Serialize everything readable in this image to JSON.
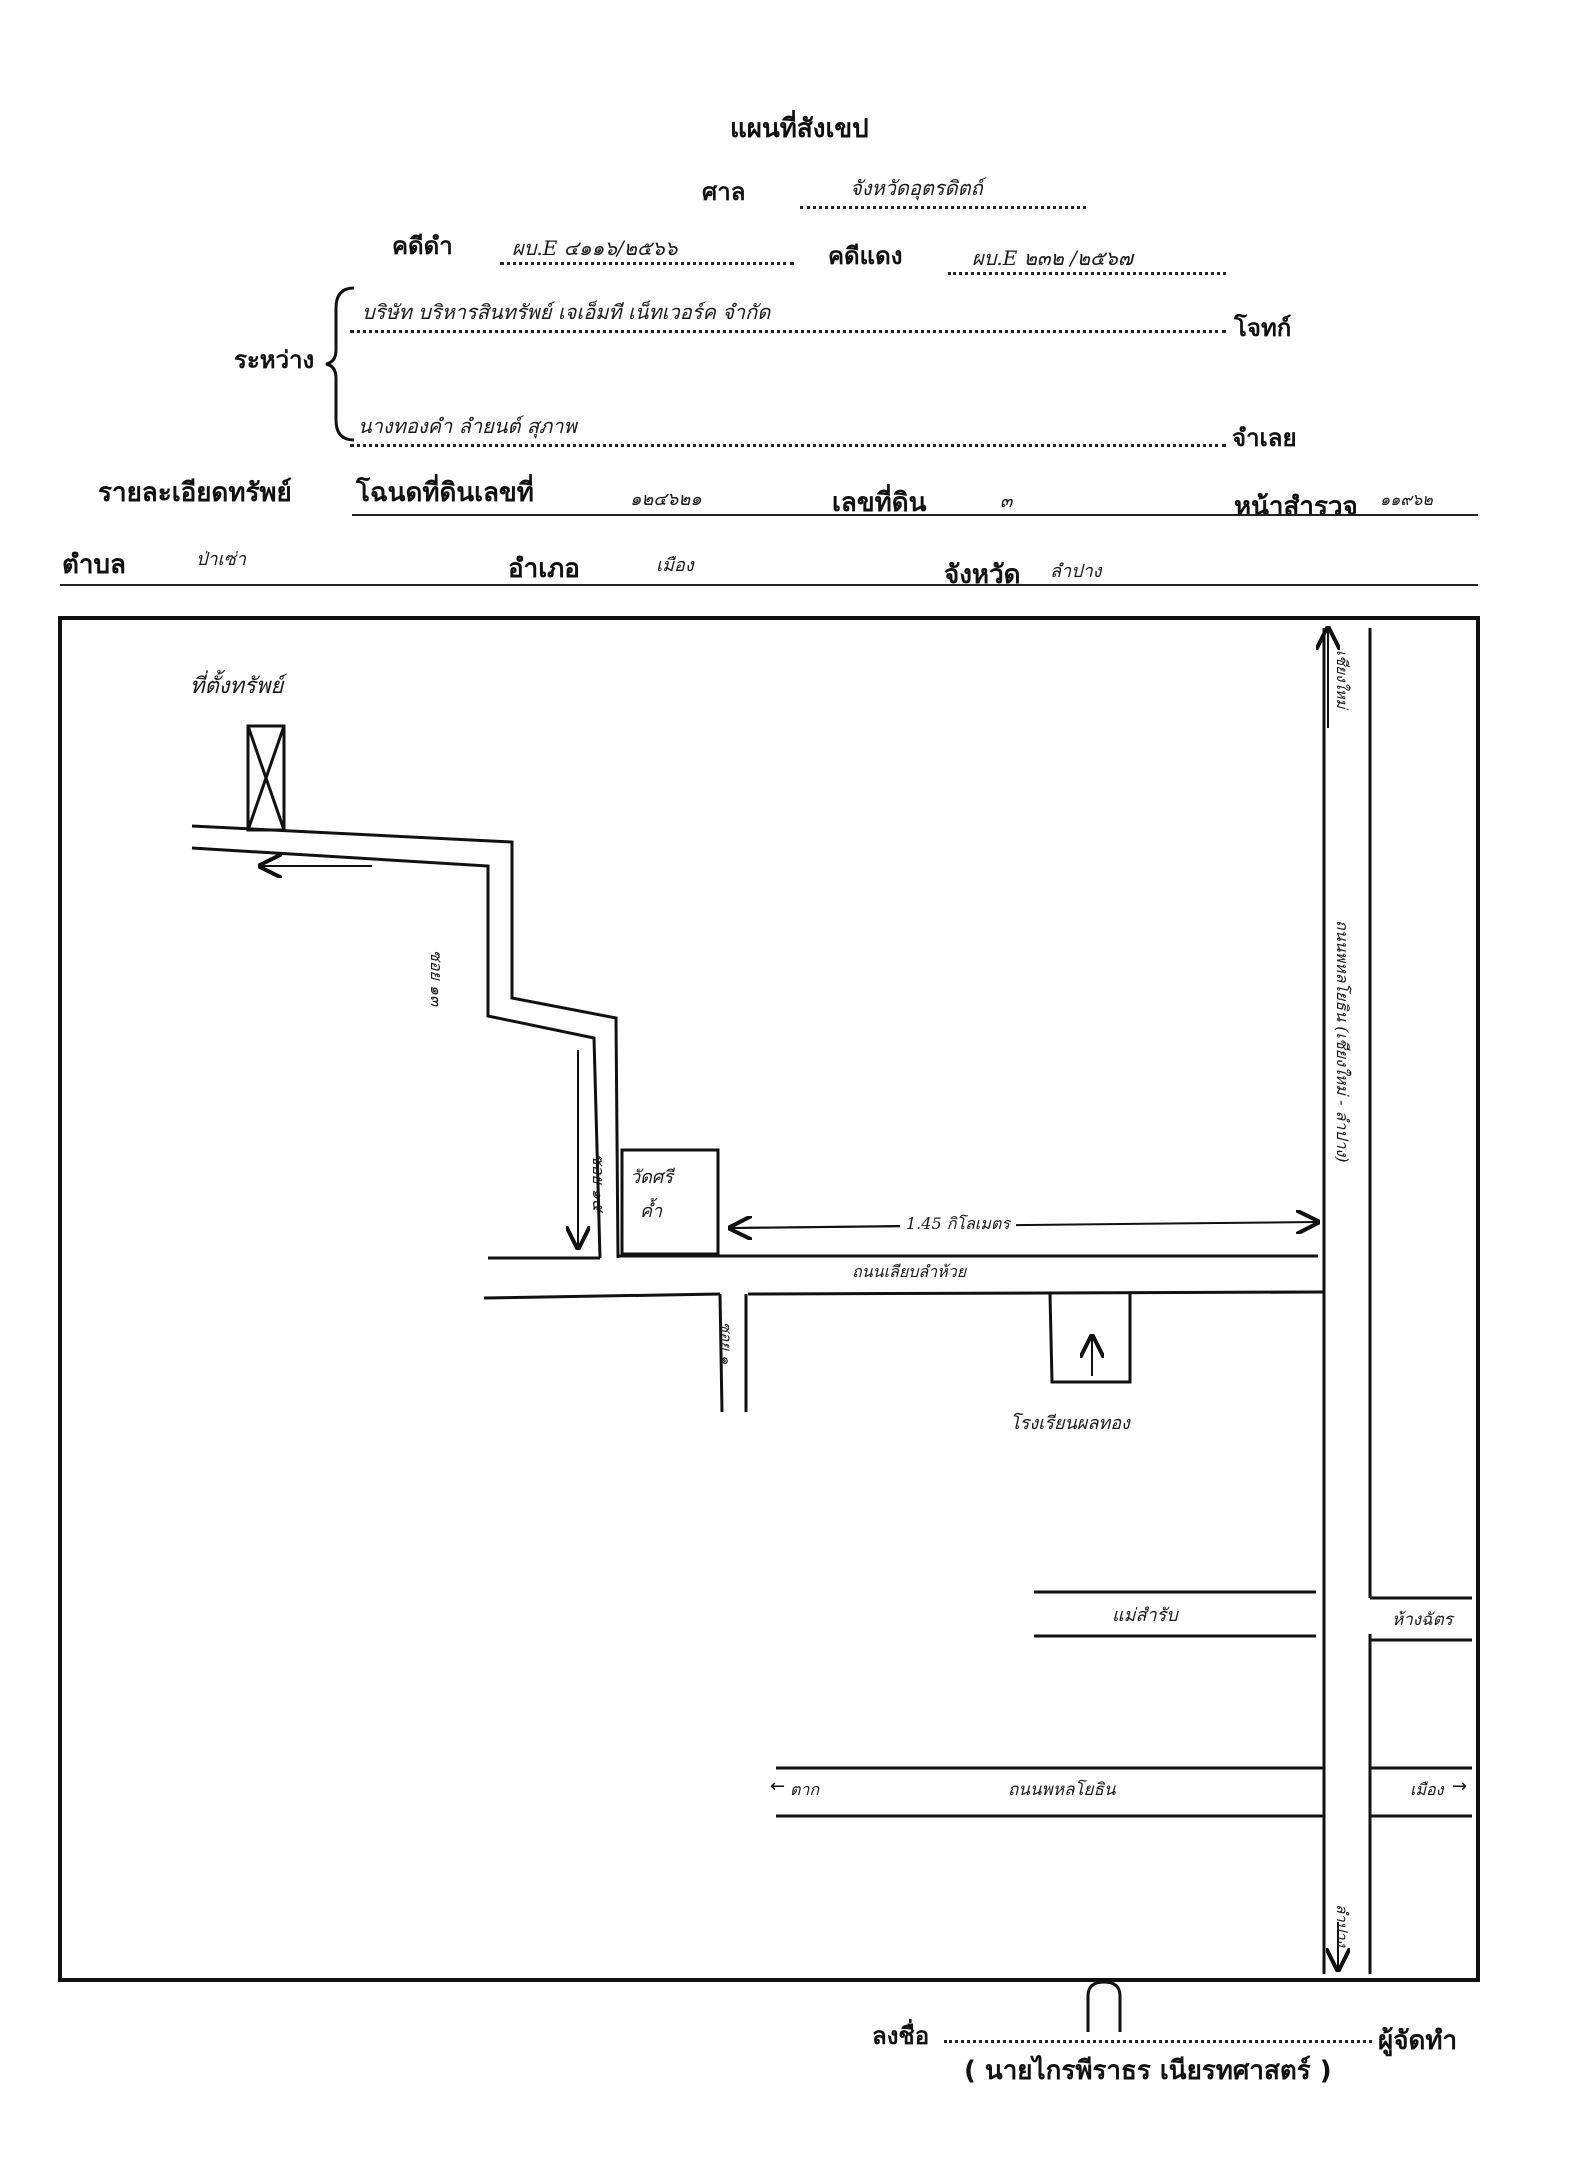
{
  "header": {
    "title": "แผนที่สังเขป",
    "court_label": "ศาล",
    "court_value": "จังหวัดอุตรดิตถ์",
    "black_case_label": "คดีดำ",
    "black_case_value": "ผบ.E ๔๑๑๖/๒๕๖๖",
    "red_case_label": "คดีแดง",
    "red_case_value": "ผบ.E ๒๓๒ /๒๕๖๗",
    "between_label": "ระหว่าง",
    "plaintiff_value": "บริษัท บริหารสินทรัพย์ เจเอ็มที เน็ทเวอร์ค จำกัด",
    "plaintiff_label": "โจทก์",
    "defendant_value": "นางทองคำ ลำยนต์ สุภาพ",
    "defendant_label": "จำเลย",
    "asset_detail_label": "รายละเอียดทรัพย์",
    "deed_label": "โฉนดที่ดินเลขที่",
    "deed_value": "๑๒๔๖๒๑",
    "land_no_label": "เลขที่ดิน",
    "land_no_value": "๓",
    "survey_page_label": "หน้าสำรวจ",
    "survey_page_value": "๑๑๙๖๒",
    "subdistrict_label": "ตำบล",
    "subdistrict_value": "ป่าเซ่า",
    "district_label": "อำเภอ",
    "district_value": "เมือง",
    "province_label": "จังหวัด",
    "province_value": "ลำปาง"
  },
  "map": {
    "property_label": "ที่ตั้งทรัพย์",
    "soi_left_1": "ซอย ๑๓",
    "soi_left_2": "ซอย ๑๕",
    "temple": "วัดศรี",
    "temple_2": "ค้ำ",
    "distance": "1.45 กิโลเมตร",
    "local_road": "ถนนเลียบลำห้วย",
    "soi_below": "ซอย ๑",
    "school": "โรงเรียนผลทอง",
    "highway": "ถนนพหลโยธิน (เชียงใหม่ - ลำปาง)",
    "north_label": "เชียงใหม่",
    "crossroad_1": "แม่สำรับ",
    "crossroad_1_right": "ห้างฉัตร",
    "bottom_road": "ถนนพหลโยธิน",
    "bottom_left": "ตาก",
    "bottom_right": "เมือง",
    "south_label": "ลำปาง"
  },
  "signature": {
    "sign_label": "ลงชื่อ",
    "role_label": "ผู้จัดทำ",
    "name": "( นายไกรพีราธร เนียรทศาสตร์ )"
  }
}
